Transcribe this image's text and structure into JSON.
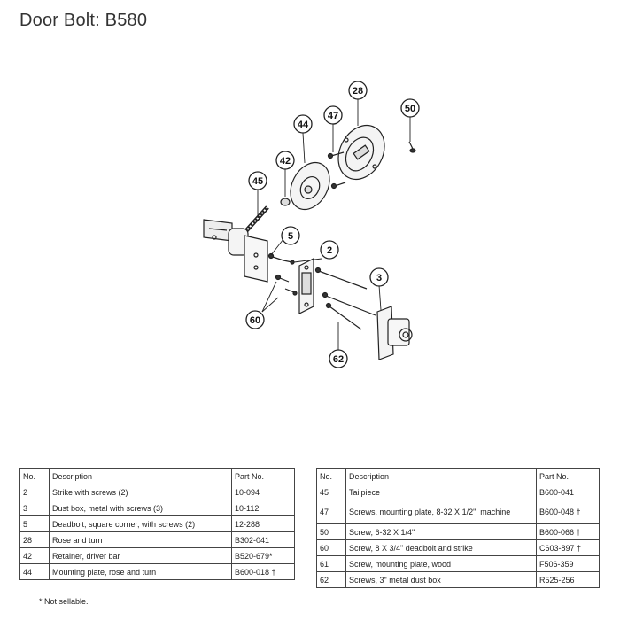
{
  "title": "Door Bolt: B580",
  "callouts": [
    "28",
    "50",
    "47",
    "44",
    "42",
    "45",
    "5",
    "2",
    "3",
    "60",
    "62"
  ],
  "table_headers": {
    "no": "No.",
    "description": "Description",
    "part_no": "Part No."
  },
  "left_table": [
    {
      "no": "2",
      "description": "Strike with screws (2)",
      "part_no": "10-094"
    },
    {
      "no": "3",
      "description": "Dust box, metal with screws (3)",
      "part_no": "10-112"
    },
    {
      "no": "5",
      "description": "Deadbolt, square corner, with screws (2)",
      "part_no": "12-288"
    },
    {
      "no": "28",
      "description": "Rose and turn",
      "part_no": "B302-041"
    },
    {
      "no": "42",
      "description": "Retainer, driver bar",
      "part_no": "B520-679*"
    },
    {
      "no": "44",
      "description": "Mounting plate, rose and turn",
      "part_no": "B600-018 †"
    }
  ],
  "right_table": [
    {
      "no": "45",
      "description": "Tailpiece",
      "part_no": "B600-041"
    },
    {
      "no": "47",
      "description": "Screws, mounting plate, 8-32 X 1/2\", machine",
      "part_no": "B600-048 †"
    },
    {
      "no": "50",
      "description": "Screw, 6-32 X 1/4\"",
      "part_no": "B600-066 †"
    },
    {
      "no": "60",
      "description": "Screw, 8 X 3/4\" deadbolt and strike",
      "part_no": "C603-897 †"
    },
    {
      "no": "61",
      "description": "Screw, mounting plate, wood",
      "part_no": "F506-359"
    },
    {
      "no": "62",
      "description": "Screws, 3\" metal dust box",
      "part_no": "R525-256"
    }
  ],
  "footnote": "* Not sellable."
}
